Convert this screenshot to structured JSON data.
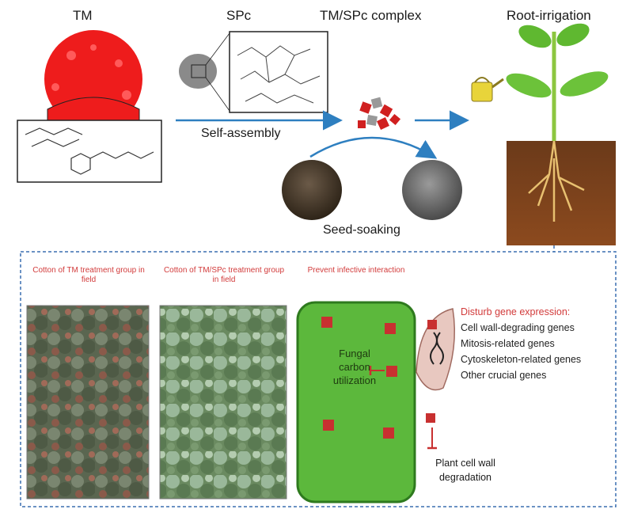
{
  "top": {
    "tm_label": "TM",
    "spc_label": "SPc",
    "complex_label": "TM/SPc complex",
    "root_irrigation_label": "Root-irrigation",
    "self_assembly_label": "Self-assembly",
    "seed_soaking_label": "Seed-soaking"
  },
  "bottom": {
    "photo1_caption": "Cotton of TM treatment group in field",
    "photo2_caption": "Cotton of TM/SPc treatment group in field",
    "prevent_caption": "Prevent infective interaction",
    "fungal_label": "Fungal carbon utilization",
    "disturb_title": "Disturb gene expression:",
    "genes": [
      "Cell wall-degrading genes",
      "Mitosis-related genes",
      "Cytoskeleton-related genes",
      "Other crucial genes"
    ],
    "plant_wall_label": "Plant cell wall degradation"
  },
  "colors": {
    "tm_red": "#ee1c1c",
    "arrow_blue": "#2e7fc0",
    "cell_green": "#5cb83c",
    "accent_red": "#d23b3b",
    "dashed_border": "#3a6fb0"
  }
}
